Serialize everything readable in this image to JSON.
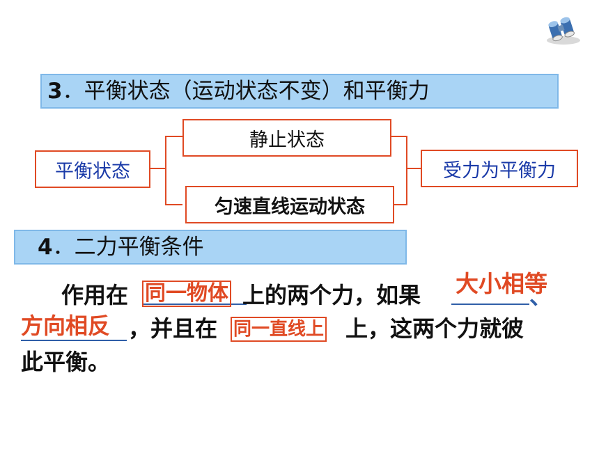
{
  "section3": {
    "number": "3",
    "title": "．平衡状态（运动状态不变）和平衡力"
  },
  "diagram": {
    "left_box": "平衡状态",
    "top_box": "静止状态",
    "bottom_box": "匀速直线运动状态",
    "right_box": "受力为平衡力",
    "colors": {
      "border": "#e04a24",
      "left_text": "#1a3aa8",
      "right_text": "#1a3aa8",
      "mid_text": "#111111"
    }
  },
  "section4": {
    "number": "4",
    "title": "．二力平衡条件"
  },
  "paragraph": {
    "t1": "作用在",
    "fill1": "同一物体",
    "t2": "上的两个力，如果",
    "fill2": "大小相等",
    "sep": "、",
    "fill3": "方向相反",
    "t3": "，并且在",
    "fill4": "同一直线上",
    "t4": "上，这两个力就彼",
    "t5": "此平衡。"
  },
  "icon": {
    "name": "binoculars-icon"
  }
}
